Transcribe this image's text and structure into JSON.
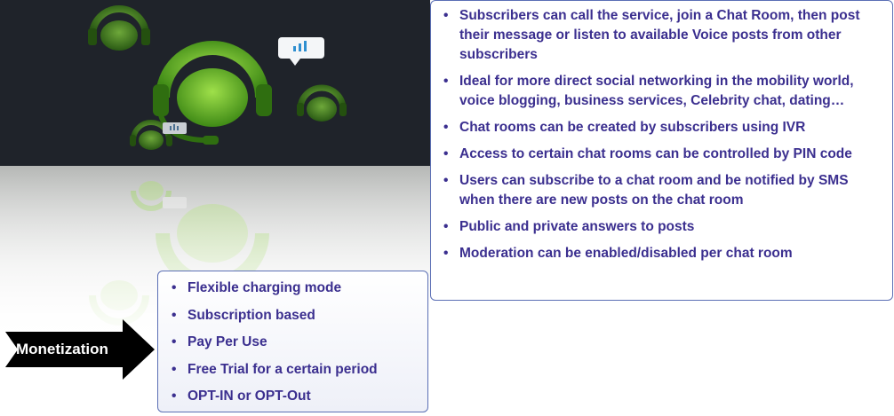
{
  "features": {
    "items": [
      "Subscribers can call the service, join a Chat Room, then post their message or listen to available Voice posts from other subscribers",
      "Ideal for more direct social networking in the mobility world, voice blogging, business services, Celebrity chat, dating…",
      "Chat rooms can be created by subscribers using IVR",
      "Access to certain chat rooms can be controlled by PIN code",
      "Users can subscribe to a chat room and be notified by SMS when there are new posts on the chat room",
      "Public and  private answers to posts",
      "Moderation can be enabled/disabled per chat room"
    ]
  },
  "monetization": {
    "label": "Monetization",
    "items": [
      "Flexible charging mode",
      "Subscription based",
      "Pay Per Use",
      "Free Trial for a certain period",
      "OPT-IN or OPT-Out"
    ]
  },
  "colors": {
    "text": "#3b2f8f",
    "border": "#5b6fb5",
    "headset_green": "#6bbf2a",
    "hero_bg": "#1f232a"
  },
  "icons": [
    "headset-icon",
    "speech-bubble-icon"
  ]
}
